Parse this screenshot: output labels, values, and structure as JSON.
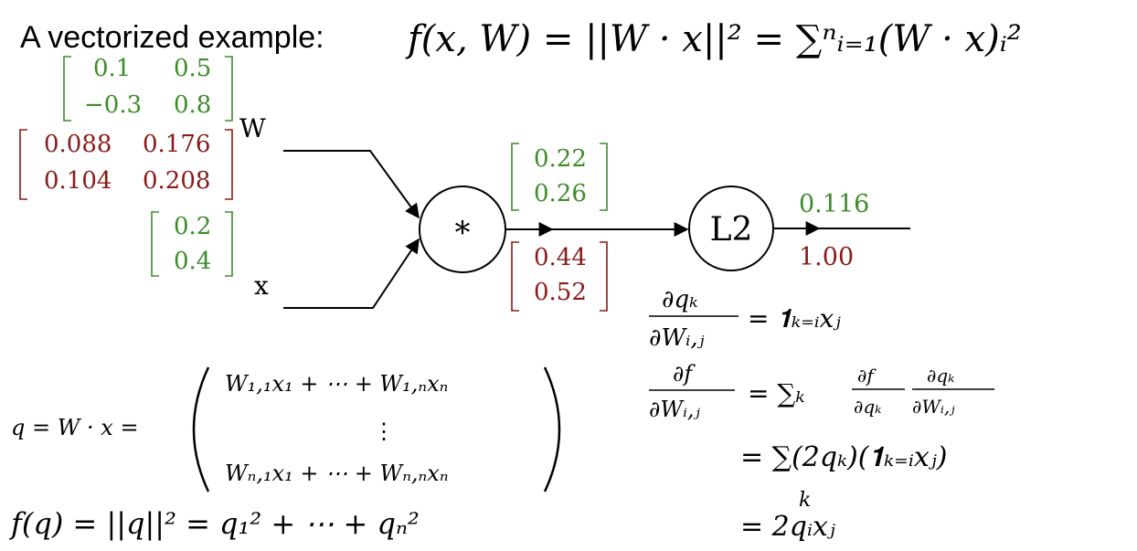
{
  "title": {
    "prefix": "A vectorized example:",
    "formula": "f(x, W) = ||W · x||² = ∑ⁿᵢ₌₁(W · x)ᵢ²"
  },
  "graph": {
    "W": {
      "label": "W",
      "values": [
        [
          "0.1",
          "0.5"
        ],
        [
          "−0.3",
          "0.8"
        ]
      ],
      "gradients": [
        [
          "0.088",
          "0.176"
        ],
        [
          "0.104",
          "0.208"
        ]
      ]
    },
    "x": {
      "label": "x",
      "values": [
        "0.2",
        "0.4"
      ]
    },
    "multiply_node": {
      "label": "*",
      "output_values": [
        "0.22",
        "0.26"
      ],
      "output_gradients": [
        "0.44",
        "0.52"
      ]
    },
    "l2_node": {
      "label": "L2",
      "output_value": "0.116",
      "output_gradient": "1.00"
    }
  },
  "equations": {
    "q_def": {
      "lhs": "q = W · x =",
      "row1": "W₁,₁x₁ + ⋯ + W₁,ₙxₙ",
      "dots": "⋮",
      "row3": "Wₙ,₁x₁ + ⋯ + Wₙ,ₙxₙ"
    },
    "f_def": "f(q) = ||q||² = q₁² + ⋯ + qₙ²",
    "dq_dW": {
      "num": "∂qₖ",
      "den": "∂Wᵢ,ⱼ",
      "rhs": "= 𝟏ₖ₌ᵢxⱼ"
    },
    "df_dW": {
      "num": "∂f",
      "den": "∂Wᵢ,ⱼ",
      "rhs_sum": "= ∑ₖ",
      "f1_num": "∂f",
      "f1_den": "∂qₖ",
      "f2_num": "∂qₖ",
      "f2_den": "∂Wᵢ,ⱼ"
    },
    "line3": "= ∑(2qₖ)(𝟏ₖ₌ᵢxⱼ)",
    "line3_sub": "k",
    "line4": "= 2qᵢxⱼ"
  },
  "colors": {
    "value": "#3d8c2a",
    "gradient": "#8b1a1a"
  }
}
